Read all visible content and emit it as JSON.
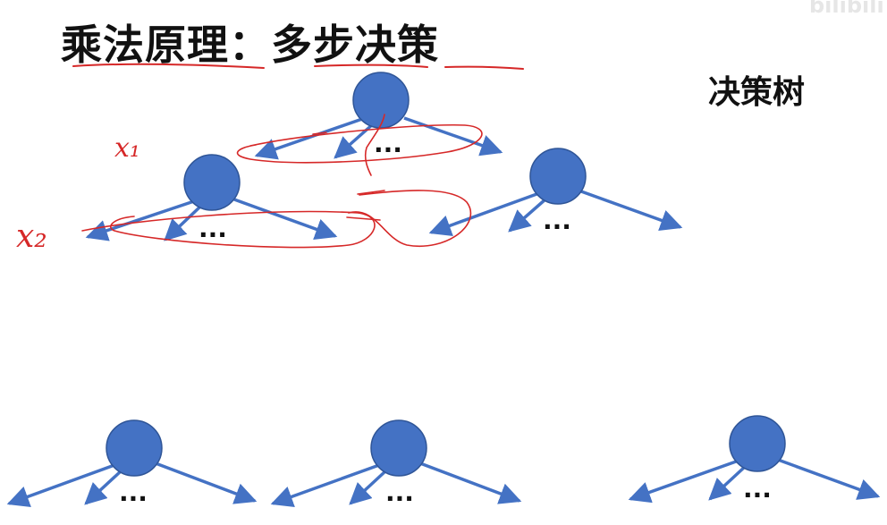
{
  "title": "乘法原理：多步决策",
  "side_label": "决策树",
  "watermark": "bilibili",
  "annotations": {
    "x1": "x₁",
    "x2": "x₂"
  },
  "ellipsis": "...",
  "colors": {
    "node": "#4472c4",
    "node_stroke": "#2f5597",
    "edge": "#4472c4",
    "ink": "#d62828",
    "text": "#111111"
  }
}
